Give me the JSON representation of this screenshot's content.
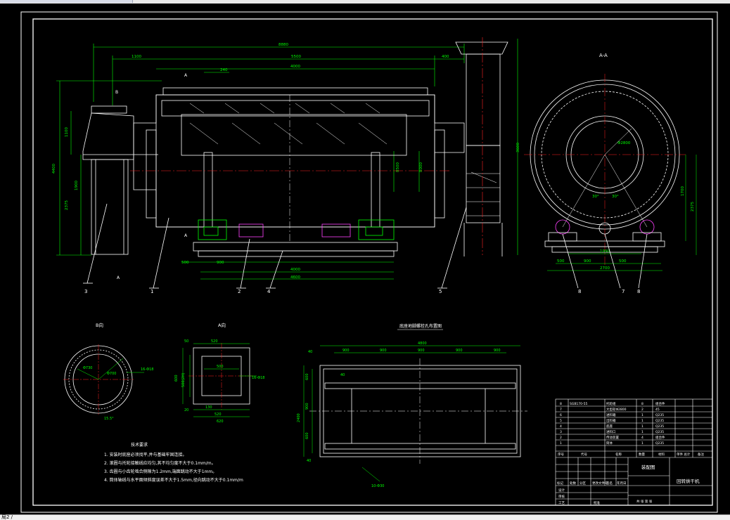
{
  "window": {
    "status_text": "局2 /"
  },
  "drawing": {
    "main_view": {
      "dimensions": {
        "overall": "8880",
        "top_left": "1100",
        "mid": "5500",
        "right": "400",
        "drum": "4000",
        "small": "240",
        "h_total": "4400",
        "h_top": "1100",
        "h_mid": "1900",
        "h_low": "2375",
        "h_right": "3600",
        "base_left": "500",
        "base_a": "900",
        "base_total1": "4000",
        "base_total2": "4600",
        "inner1": "8500",
        "inner2": "8000"
      },
      "section_marks": {
        "a_top": "A",
        "a_bottom": "A",
        "b_top": "B",
        "a_arrow_bottom": "A"
      },
      "balloons": [
        "3",
        "1",
        "2",
        "4",
        "5"
      ]
    },
    "section_aa": {
      "title": "A-A",
      "dims": {
        "diameter": "Φ2800",
        "angle_left": "30°",
        "angle_right": "30°",
        "height": "1700",
        "h2": "2375",
        "base1": "1990",
        "base2": "500",
        "base3": "900",
        "base4": "500",
        "base_total": "2700"
      },
      "balloons": [
        "8",
        "7",
        "8"
      ]
    },
    "view_b": {
      "title": "B向",
      "dims": {
        "d1": "Φ730",
        "d2": "Φ700",
        "holes": "16-Φ18",
        "bottom": "15.5°"
      }
    },
    "view_a": {
      "title": "A向",
      "dims": {
        "w_top": "520",
        "inner": "500",
        "h_left": "600",
        "h_inner": "500(2H)",
        "holes": "16-Φ18",
        "bot1": "130",
        "bot2": "520",
        "bot_total": "620",
        "left_small": "20",
        "top_small": "50"
      }
    },
    "base_plan": {
      "title": "底座地脚螺栓孔布置图",
      "dims": {
        "total": "4800",
        "seg1": "900",
        "seg2": "900",
        "seg3": "900",
        "seg4": "900",
        "seg5": "900",
        "left_h": "2400",
        "h1": "600",
        "h2": "900",
        "h3": "600",
        "off1": "40",
        "off2": "40",
        "label_bolt": "10-Φ30",
        "top_small": "40"
      }
    },
    "notes": {
      "title": "技术要求",
      "items": [
        "1. 安装时底座必须找平,并与基础牢固连接。",
        "2. 滚圈与托轮接触线应均匀,其不均匀度不大于0.1mm/m。",
        "3. 齿圈与小齿轮啮合侧隙为1.2mm,端面跳动不大于1mm。",
        "4. 筒体轴线与水平面倾斜度误差不大于1.5mm,径向跳动不大于0.1mm/m"
      ]
    },
    "title_block": {
      "bom_rows": [
        {
          "no": "8",
          "code": "SGB170-55",
          "name": "托轮组",
          "qty": "8",
          "mat": "组合件"
        },
        {
          "no": "7",
          "code": "",
          "name": "大齿轮Φ2800",
          "qty": "2",
          "mat": "45"
        },
        {
          "no": "6",
          "code": "",
          "name": "进料箱",
          "qty": "1",
          "mat": "Q235"
        },
        {
          "no": "5",
          "code": "",
          "name": "出料箱",
          "qty": "1",
          "mat": "Q235"
        },
        {
          "no": "4",
          "code": "",
          "name": "底座",
          "qty": "1",
          "mat": "Q235"
        },
        {
          "no": "3",
          "code": "",
          "name": "进料口",
          "qty": "1",
          "mat": "Q235"
        },
        {
          "no": "2",
          "code": "",
          "name": "传动装置",
          "qty": "4",
          "mat": "组合件"
        },
        {
          "no": "1",
          "code": "",
          "name": "筒体",
          "qty": "1",
          "mat": "Q235"
        }
      ],
      "header": {
        "no": "序号",
        "code": "代号",
        "name": "名称",
        "qty": "数量",
        "mat": "材料",
        "weight": "单件 总计",
        "note": "备注"
      },
      "project": "装配图",
      "drawing_name": "回转烘干机",
      "roles": [
        "设计",
        "审核",
        "工艺",
        "批准"
      ],
      "scale_labels": [
        "标记",
        "处数",
        "分区",
        "更改文件号",
        "签名",
        "年月日"
      ],
      "sheet": "共 张 第 张"
    }
  },
  "colors": {
    "background": "#000000",
    "line_white": "#ffffff",
    "line_cyan": "#00ffff",
    "line_red": "#ff2020",
    "line_green": "#00ff00",
    "line_yellow": "#ffff00",
    "line_magenta": "#ff40ff"
  }
}
